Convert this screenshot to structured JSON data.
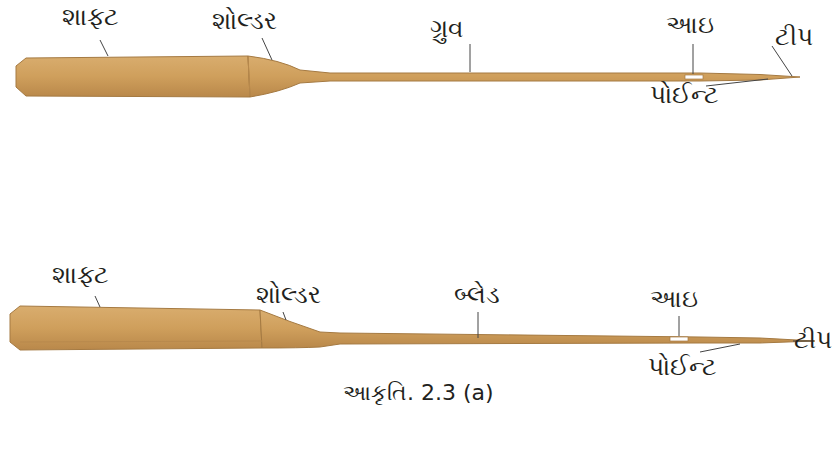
{
  "diagram": {
    "caption": "આકૃતિ. 2.3 (a)",
    "labels": [
      "શાફ્ટ",
      "શોલ્ડર",
      "ગ્રુવ",
      "આઇ",
      "ટીપ",
      "પોઈન્ટ",
      "શાફ્ટ",
      "શોલ્ડર",
      "બ્લેડ",
      "આઇ",
      "ટીપ",
      "પોઈન્ટ"
    ]
  }
}
